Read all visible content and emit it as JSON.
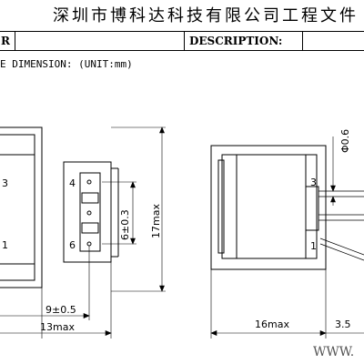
{
  "header": {
    "title": "深圳市博科达科技有限公司工程文件"
  },
  "table": {
    "left_cell": "R",
    "description_label": "DESCRIPTION:"
  },
  "dimension_line": "E DIMENSION: (UNIT:mm)",
  "drawing": {
    "left_view": {
      "pin_labels": [
        "3",
        "1"
      ]
    },
    "middle_view": {
      "pin_labels": [
        "4",
        "6"
      ],
      "dim_pin_spacing": "6±0.3",
      "dim_height": "17max",
      "dim_width_inner": "9±0.5",
      "dim_width_outer": "13max"
    },
    "right_view": {
      "dim_pin_diameter": "Φ0.6",
      "pin_labels": [
        "3",
        "1"
      ],
      "dim_depth": "16max",
      "dim_pin_length": "3.5"
    },
    "watermark": "WWW."
  }
}
